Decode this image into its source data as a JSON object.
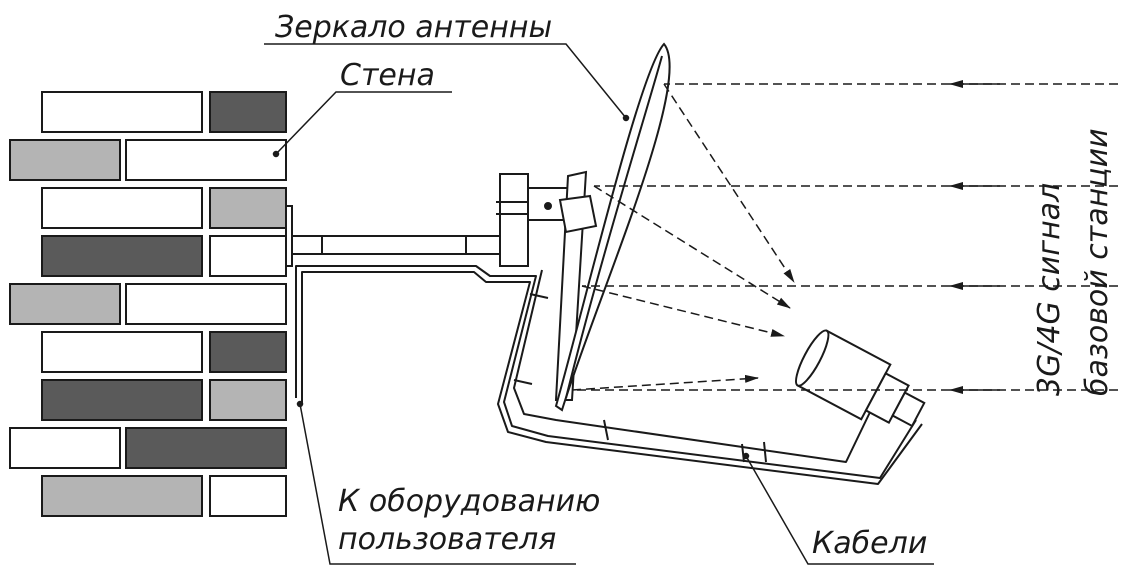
{
  "labels": {
    "mirror": "Зеркало антенны",
    "wall": "Стена",
    "equipment_line1": "К оборудованию",
    "equipment_line2": "пользователя",
    "cables": "Кабели",
    "signal_line1": "3G/4G сигнал",
    "signal_line2": "базовой станции"
  },
  "colors": {
    "stroke": "#1a1a1a",
    "brick_dark": "#5a5a5a",
    "brick_light": "#b4b4b4",
    "brick_white": "#ffffff"
  }
}
